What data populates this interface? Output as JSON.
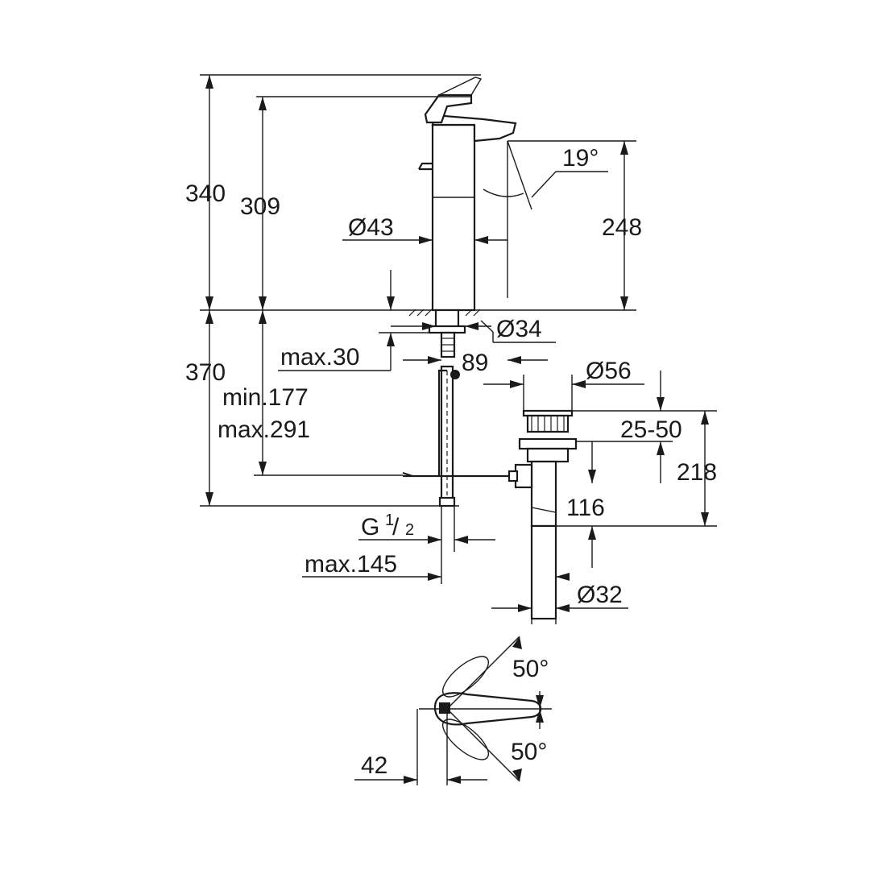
{
  "labels": {
    "d340": "340",
    "d309": "309",
    "d19deg": "19°",
    "d43": "Ø43",
    "d248": "248",
    "d34": "Ø34",
    "d370": "370",
    "max30": "max.30",
    "d89": "89",
    "d56": "Ø56",
    "min177": "min.177",
    "max291": "max.291",
    "d25_50": "25-50",
    "d218": "218",
    "d116": "116",
    "g_prefix": "G",
    "g_num": "1",
    "g_den": "2",
    "max145": "max.145",
    "d32": "Ø32",
    "angle_top": "50°",
    "angle_bottom": "50°",
    "d42": "42"
  },
  "colors": {
    "ink": "#1a1a1a",
    "background": "#ffffff"
  }
}
